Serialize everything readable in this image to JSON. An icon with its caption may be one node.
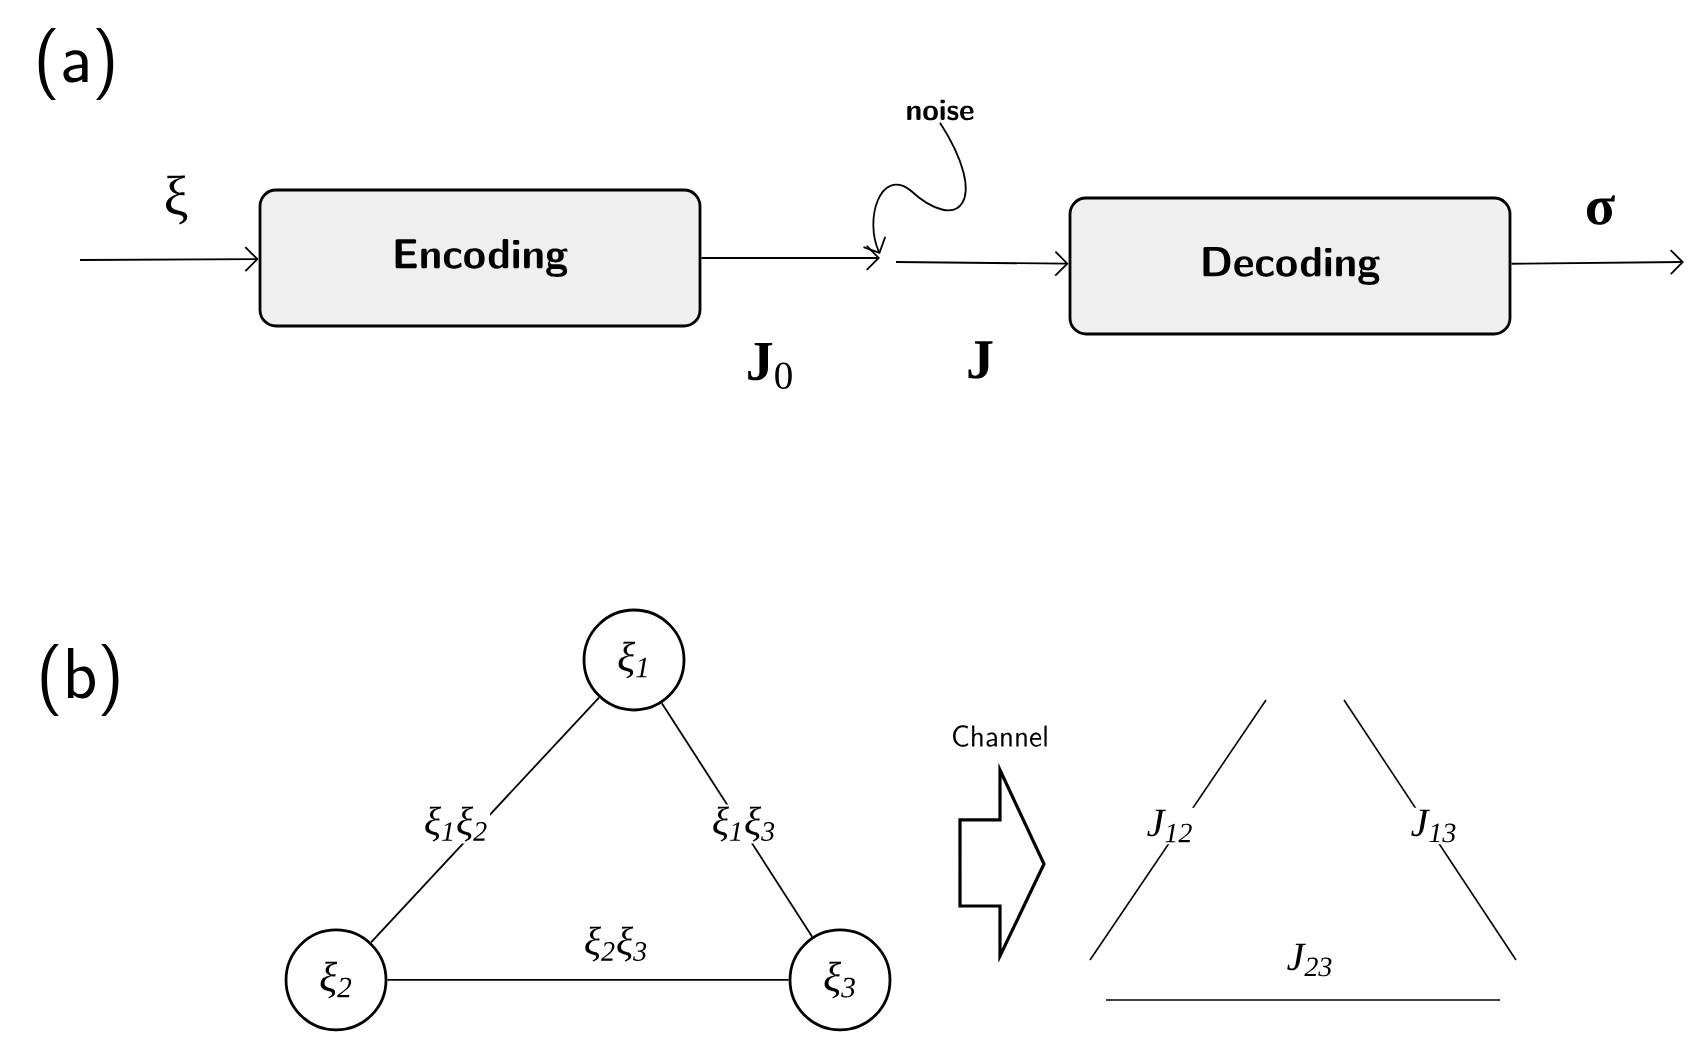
{
  "diagram": {
    "nodes": [
      {
        "text": [
          "Encoding"
        ]
      },
      {
        "text": [
          "Decoding"
        ]
      },
      {
        "text": [
          "ξ$_{1}$"
        ]
      },
      {
        "text": [
          "ξ$_{2}$"
        ]
      },
      {
        "text": [
          "ξ$_{3}$"
        ]
      },
      {
        "text": [
          "noise"
        ]
      }
    ],
    "edges": [
      {
        "from": null,
        "to": 0,
        "arrow": "to",
        "label": "ξ"
      },
      {
        "from": 0,
        "to": null,
        "arrow": "to",
        "label": "**J**$_{0}$"
      },
      {
        "from": null,
        "to": 1,
        "arrow": "to",
        "label": "J"
      },
      {
        "from": 1,
        "to": null,
        "arrow": "to",
        "label": "σ"
      },
      {
        "from": 5,
        "to": null,
        "arrow": "to"
      },
      {
        "from": 2,
        "to": 3,
        "arrow": "none",
        "label": "ξ$_{1}$ξ$_{2}$"
      },
      {
        "from": 2,
        "to": 4,
        "arrow": "none",
        "label": "ξ$_{1}$ξ$_{3}$"
      },
      {
        "from": 3,
        "to": 4,
        "arrow": "none",
        "label": "ξ$_{2}$ξ$_{3}$"
      }
    ],
    "labels": [
      "(a)",
      "(b)",
      "Channel",
      "J$_{12}$",
      "J$_{13}$",
      "J$_{23}$"
    ]
  }
}
